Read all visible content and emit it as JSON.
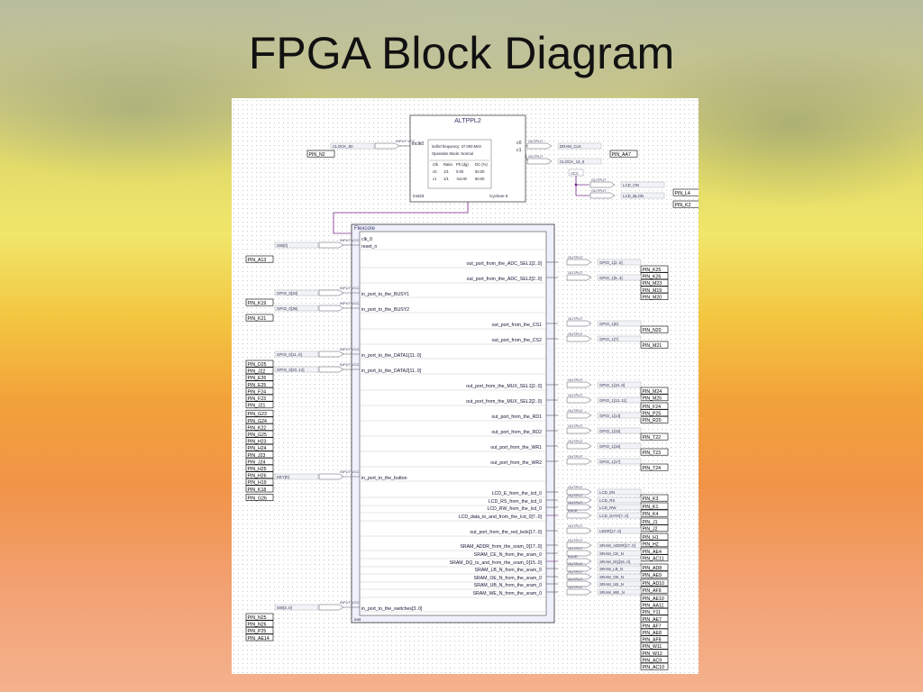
{
  "slide": {
    "title": "FPGA Block Diagram"
  },
  "pll": {
    "name": "ALTPPL2",
    "inclk_port": "inclk0",
    "c0_port": "c0",
    "c1_port": "c1",
    "freq": "inclk0 frequency: 27.000 MHz",
    "mode": "Operation Mode: Normal",
    "table_header": [
      "Clk",
      "Ratio",
      "Ph (dg)",
      "DC (%)"
    ],
    "table_rows": [
      [
        "c0",
        "1/1",
        "0.00",
        "50.00"
      ],
      [
        "c1",
        "1/1",
        "-54.00",
        "50.00"
      ]
    ],
    "inst": "inst33",
    "device": "Cyclone II",
    "clock_in": "CLOCK_50",
    "clock_in_pin": "PIN_N2",
    "dram_clk": "DRAM_CLK",
    "dram_pin": "PIN_AA7",
    "clock_out": "CLOCK_13_5",
    "vcc": "VCC",
    "lcd_on": "LCD_ON",
    "lcd_blon": "LCD_BLON",
    "pin_l4": "PIN_L4",
    "pin_k2": "PIN_K2"
  },
  "core": {
    "name": "Flexcore",
    "inst": "inst",
    "ports": [
      {
        "label": "clk_0",
        "side": "in"
      },
      {
        "label": "reset_n",
        "side": "in",
        "io": "SW[0]",
        "pins": [
          "PIN_A13"
        ]
      },
      {
        "label": "out_port_from_the_ADC_SEL1[2..0]",
        "side": "out",
        "io": "GPIO_1[2..0]",
        "pins": [
          "PIN_K25",
          "PIN_K26",
          "PIN_M23"
        ]
      },
      {
        "label": "out_port_from_the_ADC_SEL2[2..0]",
        "side": "out",
        "io": "GPIO_1[5..3]",
        "pins": [
          "PIN_M19",
          "PIN_M20"
        ]
      },
      {
        "label": "in_port_to_the_BUSY1",
        "side": "in",
        "io": "GPIO_0[34]",
        "pins": [
          "PIN_K19"
        ]
      },
      {
        "label": "in_port_to_the_BUSY2",
        "side": "in",
        "io": "GPIO_0[35]",
        "pins": [
          "PIN_K21"
        ]
      },
      {
        "label": "out_port_from_the_CS1",
        "side": "out",
        "io": "GPIO_1[6]",
        "pins": [
          "PIN_N20"
        ]
      },
      {
        "label": "out_port_from_the_CS2",
        "side": "out",
        "io": "GPIO_1[7]",
        "pins": [
          "PIN_M21"
        ]
      },
      {
        "label": "in_port_to_the_DATA1[11..0]",
        "side": "in",
        "io": "GPIO_0[11..0]",
        "pins": [
          "PIN_D25",
          "PIN_J22",
          "PIN_E26",
          "PIN_E25",
          "PIN_F24",
          "PIN_F23",
          "PIN_J21"
        ]
      },
      {
        "label": "in_port_to_the_DATA2[11..0]",
        "side": "in",
        "io": "GPIO_0[23..12]",
        "pins": [
          "PIN_G23",
          "PIN_G24",
          "PIN_K22",
          "PIN_G25",
          "PIN_H23",
          "PIN_H24",
          "PIN_J23",
          "PIN_J24",
          "PIN_H25",
          "PIN_H26",
          "PIN_H19",
          "PIN_K18"
        ]
      },
      {
        "label": "out_port_from_the_MUX_SEL1[2..0]",
        "side": "out",
        "io": "GPIO_1[10..8]",
        "pins": [
          "PIN_M24",
          "PIN_M25"
        ]
      },
      {
        "label": "out_port_from_the_MUX_SEL2[2..0]",
        "side": "out",
        "io": "GPIO_1[13..11]",
        "pins": [
          "PIN_F24",
          "PIN_P25",
          "PIN_R20"
        ]
      },
      {
        "label": "out_port_from_the_RD1",
        "side": "out",
        "io": "GPIO_1[14]",
        "pins": []
      },
      {
        "label": "out_port_from_the_RD2",
        "side": "out",
        "io": "GPIO_1[15]",
        "pins": [
          "PIN_T22"
        ]
      },
      {
        "label": "out_port_from_the_WR1",
        "side": "out",
        "io": "GPIO_1[16]",
        "pins": [
          "PIN_T23"
        ]
      },
      {
        "label": "out_port_from_the_WR2",
        "side": "out",
        "io": "GPIO_1[17]",
        "pins": [
          "PIN_T24"
        ]
      },
      {
        "label": "in_port_to_the_button",
        "side": "in",
        "io": "KEY[0]",
        "pins": [
          "PIN_G26"
        ]
      },
      {
        "label": "LCD_E_from_the_lcd_0",
        "side": "out",
        "io": "LCD_EN",
        "pins": [
          "PIN_K3"
        ]
      },
      {
        "label": "LCD_RS_from_the_lcd_0",
        "side": "out",
        "io": "LCD_RS",
        "pins": [
          "PIN_K1"
        ]
      },
      {
        "label": "LCD_RW_from_the_lcd_0",
        "side": "out",
        "io": "LCD_RW",
        "pins": [
          "PIN_K4"
        ]
      },
      {
        "label": "LCD_data_to_and_from_the_lcd_0[7..0]",
        "side": "out",
        "io": "LCD_DATA[7..0]",
        "pins": [
          "PIN_J1",
          "PIN_J2"
        ]
      },
      {
        "label": "out_port_from_the_red_leds[17..0]",
        "side": "out",
        "io": "LEDR[17..0]",
        "pins": [
          "PIN_H1",
          "PIN_H2"
        ]
      },
      {
        "label": "SRAM_ADDR_from_the_sram_0[17..0]",
        "side": "out",
        "io": "SRAM_ADDR[17..0]",
        "pins": [
          "PIN_AE4",
          "PIN_AC11"
        ]
      },
      {
        "label": "SRAM_CE_N_from_the_sram_0",
        "side": "out",
        "io": "SRAM_CE_N",
        "pins": []
      },
      {
        "label": "SRAM_DQ_to_and_from_the_sram_0[15..0]",
        "side": "out",
        "io": "SRAM_DQ[15..0]",
        "pins": [
          "PIN_AD8"
        ]
      },
      {
        "label": "SRAM_LB_N_from_the_sram_0",
        "side": "out",
        "io": "SRAM_LB_N",
        "pins": [
          "PIN_AE9"
        ]
      },
      {
        "label": "SRAM_OE_N_from_the_sram_0",
        "side": "out",
        "io": "SRAM_OE_N",
        "pins": [
          "PIN_AD10"
        ]
      },
      {
        "label": "SRAM_UB_N_from_the_sram_0",
        "side": "out",
        "io": "SRAM_UB_N",
        "pins": [
          "PIN_AF9"
        ]
      },
      {
        "label": "SRAM_WE_N_from_the_sram_0",
        "side": "out",
        "io": "SRAM_WE_N",
        "pins": [
          "PIN_AE10"
        ]
      },
      {
        "label": "in_port_to_the_switches[3..0]",
        "side": "in",
        "io": "SW[3..0]",
        "pins": [
          "PIN_N25",
          "PIN_N26",
          "PIN_P25",
          "PIN_AE14"
        ]
      }
    ],
    "extra_pins": [
      "PIN_AA11",
      "PIN_Y11",
      "PIN_AE7",
      "PIN_AF7",
      "PIN_AE8",
      "PIN_AF8",
      "PIN_W11",
      "PIN_W12",
      "PIN_AC9",
      "PIN_AC10"
    ]
  },
  "glyphs": {
    "input": "INPUT",
    "vcc_short": "VCC",
    "output": "OUTPUT",
    "bidir": "BIDIR",
    "vcc_tag": "VCC"
  }
}
